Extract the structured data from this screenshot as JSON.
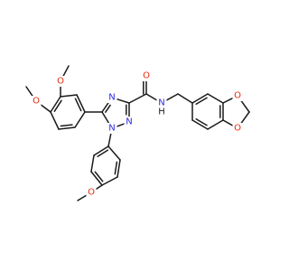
{
  "colors": {
    "bond": "#1a1a1a",
    "O": "#e8290b",
    "N": "#2a2ae0",
    "background": "#ffffff"
  },
  "molecule": {
    "atoms": [
      {
        "id": "CM1",
        "el": "C",
        "label": ""
      },
      {
        "id": "O1",
        "el": "O",
        "label": "O"
      },
      {
        "id": "C1",
        "el": "C",
        "label": ""
      },
      {
        "id": "C2",
        "el": "C",
        "label": ""
      },
      {
        "id": "C3",
        "el": "C",
        "label": ""
      },
      {
        "id": "O2",
        "el": "O",
        "label": "O"
      },
      {
        "id": "CM2",
        "el": "C",
        "label": ""
      },
      {
        "id": "C4",
        "el": "C",
        "label": ""
      },
      {
        "id": "C5",
        "el": "C",
        "label": ""
      },
      {
        "id": "C6",
        "el": "C",
        "label": ""
      },
      {
        "id": "T5",
        "el": "C",
        "label": ""
      },
      {
        "id": "N4",
        "el": "N",
        "label": "N"
      },
      {
        "id": "T3",
        "el": "C",
        "label": ""
      },
      {
        "id": "N2",
        "el": "N",
        "label": "N"
      },
      {
        "id": "N1",
        "el": "N",
        "label": "N"
      },
      {
        "id": "CA",
        "el": "C",
        "label": ""
      },
      {
        "id": "OA",
        "el": "O",
        "label": "O"
      },
      {
        "id": "NA",
        "el": "N",
        "label": "N"
      },
      {
        "id": "HA",
        "el": "H",
        "label": "H"
      },
      {
        "id": "CH2",
        "el": "C",
        "label": ""
      },
      {
        "id": "B1",
        "el": "C",
        "label": ""
      },
      {
        "id": "B2",
        "el": "C",
        "label": ""
      },
      {
        "id": "B3",
        "el": "C",
        "label": ""
      },
      {
        "id": "B4",
        "el": "C",
        "label": ""
      },
      {
        "id": "B5",
        "el": "C",
        "label": ""
      },
      {
        "id": "B6",
        "el": "C",
        "label": ""
      },
      {
        "id": "OB1",
        "el": "O",
        "label": "O"
      },
      {
        "id": "OB2",
        "el": "O",
        "label": "O"
      },
      {
        "id": "CB",
        "el": "C",
        "label": ""
      },
      {
        "id": "P1",
        "el": "C",
        "label": ""
      },
      {
        "id": "P2",
        "el": "C",
        "label": ""
      },
      {
        "id": "P3",
        "el": "C",
        "label": ""
      },
      {
        "id": "P4",
        "el": "C",
        "label": ""
      },
      {
        "id": "P5",
        "el": "C",
        "label": ""
      },
      {
        "id": "P6",
        "el": "C",
        "label": ""
      },
      {
        "id": "OP",
        "el": "O",
        "label": "O"
      },
      {
        "id": "CP",
        "el": "C",
        "label": ""
      }
    ],
    "bonds": [
      [
        "CM1",
        "O1",
        1
      ],
      [
        "O1",
        "C3",
        1
      ],
      [
        "CM2",
        "O2",
        1
      ],
      [
        "O2",
        "C4",
        1
      ],
      [
        "C1",
        "C2",
        2
      ],
      [
        "C2",
        "C3",
        1
      ],
      [
        "C3",
        "C4",
        2
      ],
      [
        "C4",
        "C5",
        1
      ],
      [
        "C5",
        "C6",
        2
      ],
      [
        "C6",
        "C1",
        1
      ],
      [
        "C1",
        "T5",
        1
      ],
      [
        "T5",
        "N4",
        2
      ],
      [
        "N4",
        "T3",
        1
      ],
      [
        "T3",
        "N2",
        2
      ],
      [
        "N2",
        "N1",
        1
      ],
      [
        "N1",
        "T5",
        1
      ],
      [
        "T3",
        "CA",
        1
      ],
      [
        "CA",
        "OA",
        2
      ],
      [
        "CA",
        "NA",
        1
      ],
      [
        "NA",
        "HA",
        1
      ],
      [
        "NA",
        "CH2",
        1
      ],
      [
        "CH2",
        "B1",
        1
      ],
      [
        "B1",
        "B2",
        2
      ],
      [
        "B2",
        "B3",
        1
      ],
      [
        "B3",
        "B4",
        2
      ],
      [
        "B4",
        "B5",
        1
      ],
      [
        "B5",
        "B6",
        2
      ],
      [
        "B6",
        "B1",
        1
      ],
      [
        "B3",
        "OB1",
        1
      ],
      [
        "OB1",
        "CB",
        1
      ],
      [
        "CB",
        "OB2",
        1
      ],
      [
        "OB2",
        "B4",
        1
      ],
      [
        "N1",
        "P1",
        1
      ],
      [
        "P1",
        "P2",
        2
      ],
      [
        "P2",
        "P3",
        1
      ],
      [
        "P3",
        "P4",
        2
      ],
      [
        "P4",
        "P5",
        1
      ],
      [
        "P5",
        "P6",
        2
      ],
      [
        "P6",
        "P1",
        1
      ],
      [
        "P4",
        "OP",
        1
      ],
      [
        "OP",
        "CP",
        1
      ]
    ]
  }
}
